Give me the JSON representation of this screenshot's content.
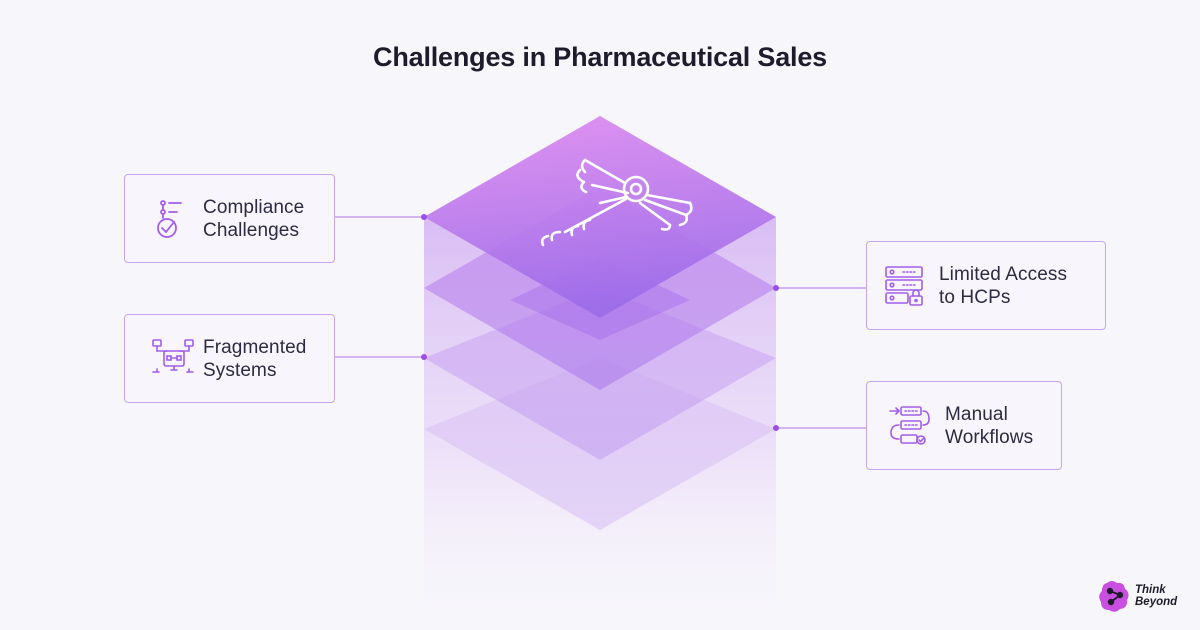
{
  "title": "Challenges in Pharmaceutical Sales",
  "left_cards": [
    {
      "line1": "Compliance",
      "line2": "Challenges",
      "icon": "compliance-checklist-icon"
    },
    {
      "line1": "Fragmented",
      "line2": "Systems",
      "icon": "network-monitor-icon"
    }
  ],
  "right_cards": [
    {
      "line1": "Limited Access",
      "line2": "to HCPs",
      "icon": "server-lock-icon"
    },
    {
      "line1": "Manual",
      "line2": "Workflows",
      "icon": "workflow-icon"
    }
  ],
  "center_icon": "caduceus-icon",
  "logo": {
    "line1": "Think",
    "line2": "Beyond"
  },
  "colors": {
    "accent": "#a25ee8",
    "card_border": "#c6a6ea",
    "layer_top": "#d88ff0",
    "layer_bottom": "#a36eea",
    "text": "#1e1c2c"
  }
}
